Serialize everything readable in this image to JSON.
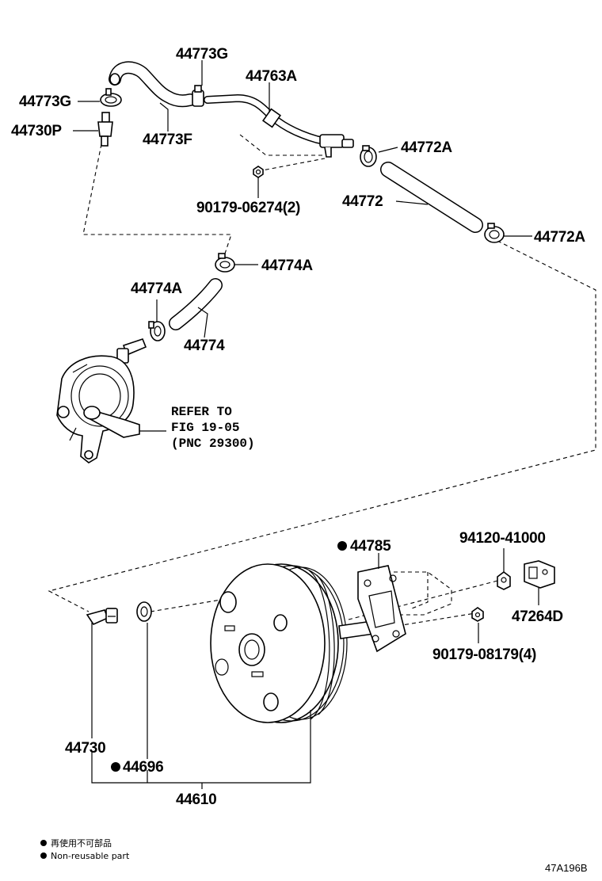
{
  "labels": {
    "p44773G_top": "44773G",
    "p44763A": "44763A",
    "p44773G_left": "44773G",
    "p44730P": "44730P",
    "p44773F": "44773F",
    "p44772A_upper": "44772A",
    "p90179_06274": "90179-06274(2)",
    "p44772": "44772",
    "p44772A_lower": "44772A",
    "p44774A_right": "44774A",
    "p44774A_left": "44774A",
    "p44774": "44774",
    "p44785": "44785",
    "p94120_41000": "94120-41000",
    "p47264D": "47264D",
    "p90179_08179": "90179-08179(4)",
    "p44730": "44730",
    "p44696": "44696",
    "p44610": "44610"
  },
  "refer": {
    "line1": "REFER TO",
    "line2": "FIG 19-05",
    "line3": "(PNC 29300)"
  },
  "legend": {
    "japanese": "再使用不可部品",
    "english": "Non-reusable part"
  },
  "figure_code": "47A196B"
}
